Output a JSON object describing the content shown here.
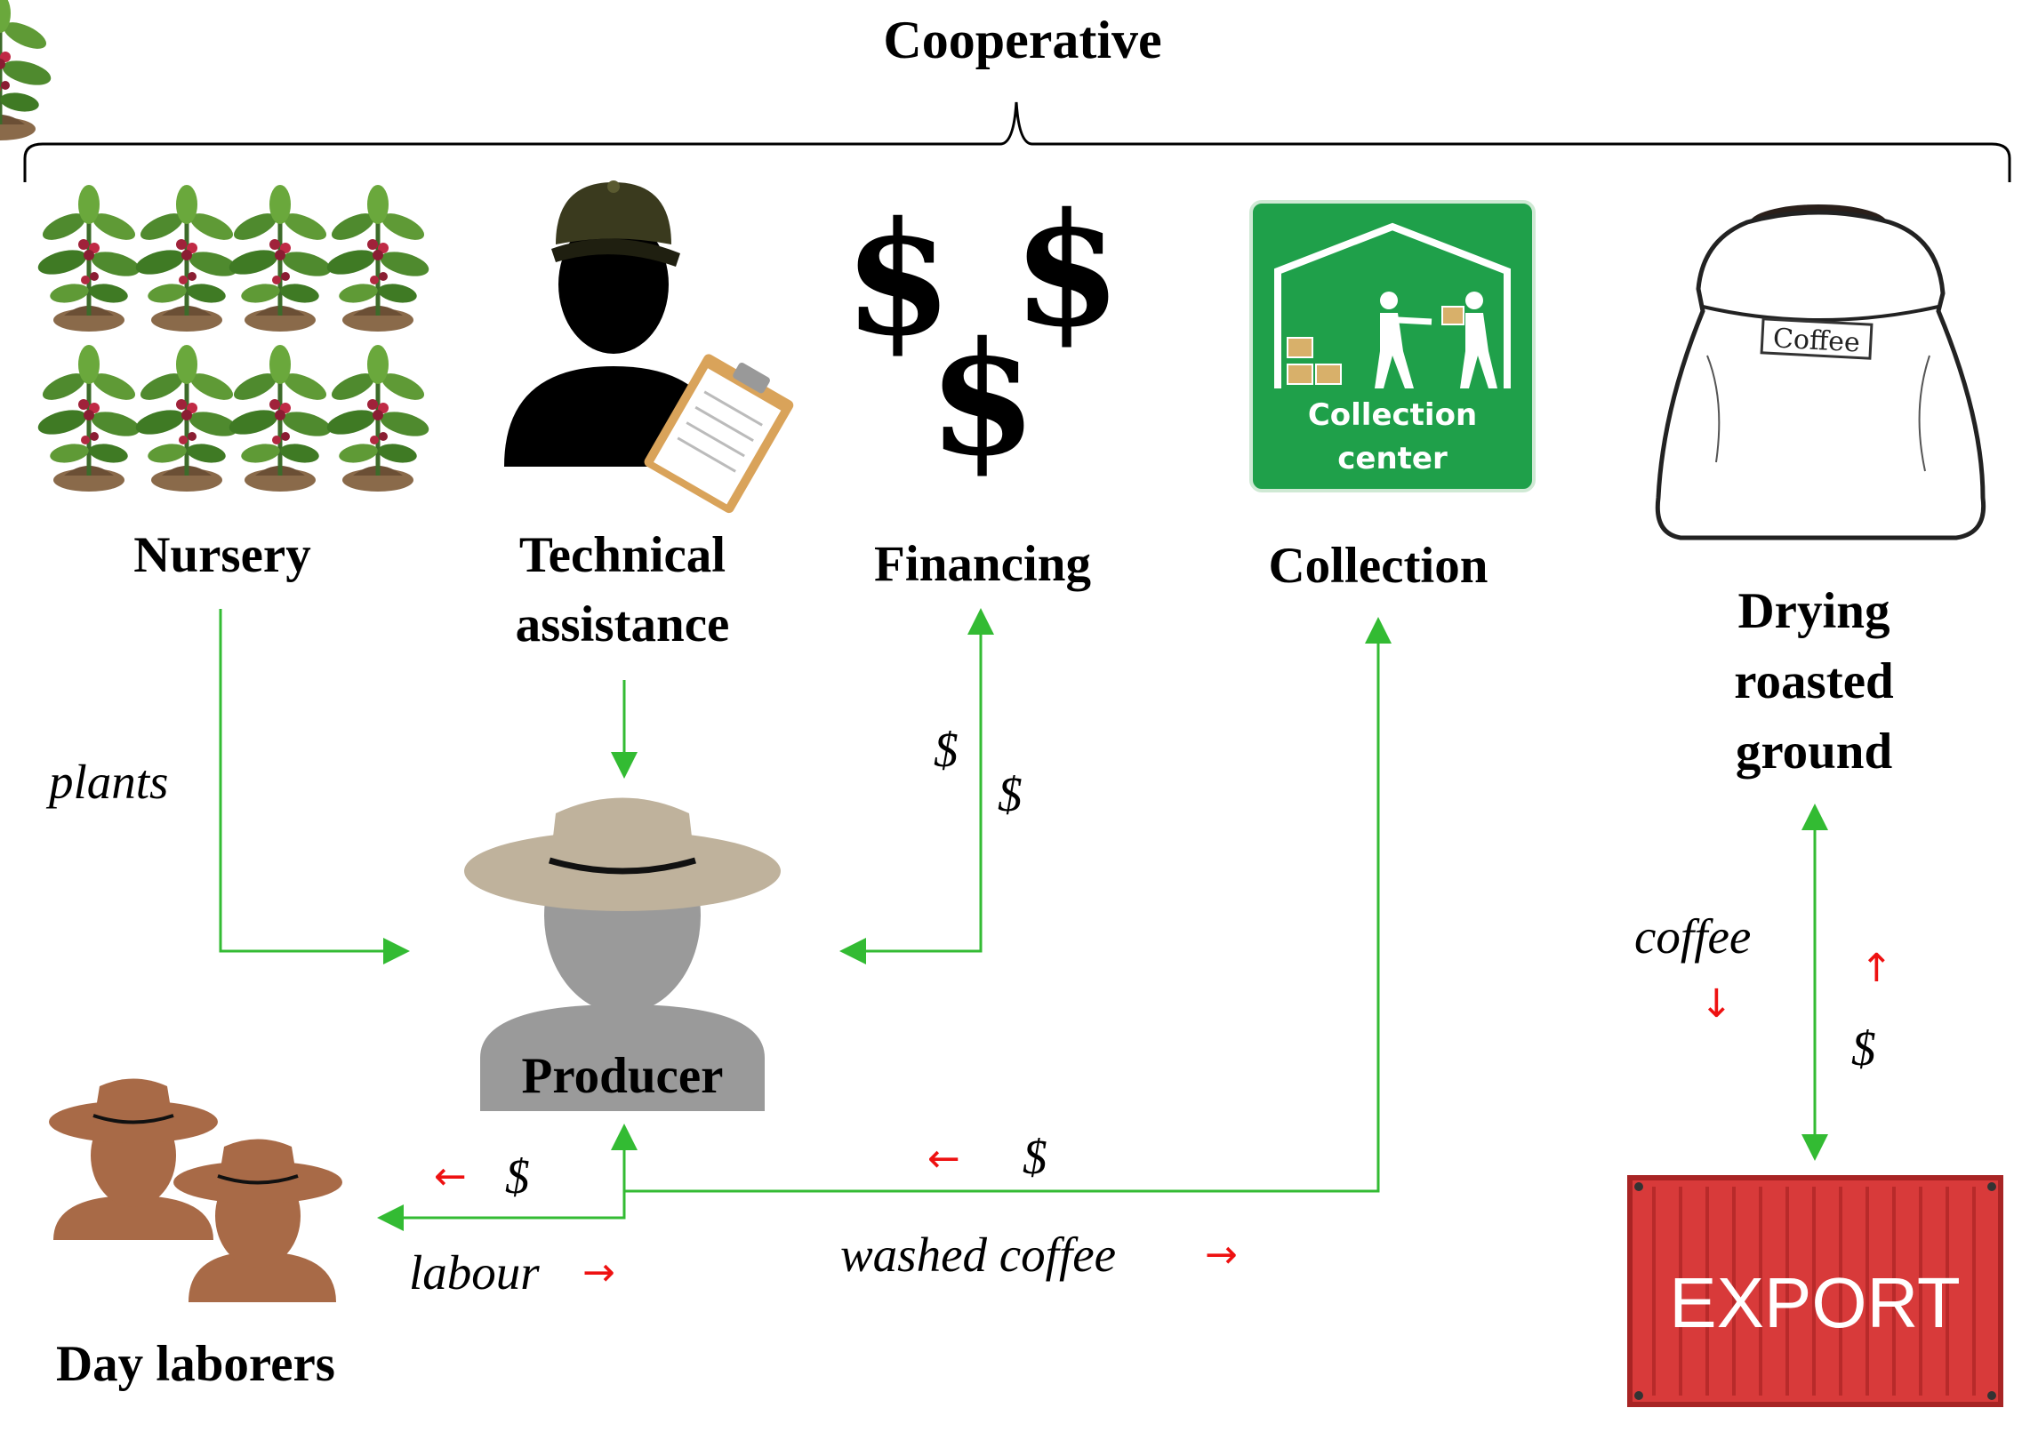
{
  "title": "Cooperative",
  "nodes": {
    "nursery": "Nursery",
    "technical": [
      "Technical",
      "assistance"
    ],
    "financing": "Financing",
    "collection": "Collection",
    "drying": [
      "Drying",
      "roasted",
      "ground"
    ],
    "producer": "Producer",
    "day_laborers": "Day laborers"
  },
  "icon_text": {
    "collection_center": [
      "Collection",
      "center"
    ],
    "coffee_bag": "Coffee",
    "export": "EXPORT"
  },
  "flows": {
    "plants": "plants",
    "fin_dollar_1": "$",
    "fin_dollar_2": "$",
    "coffee": "coffee",
    "export_dollar": "$",
    "collection_dollar": "$",
    "laborers_dollar": "$",
    "labour": "labour",
    "washed_coffee": "washed coffee"
  },
  "colors": {
    "flow_line": "#33bb33",
    "red_arrow": "#ee1111",
    "collection_green": "#1fa04a",
    "export_red": "#d83a3a",
    "producer_hat": "#bfb29c",
    "producer_body": "#9a9a9a",
    "laborer_brown": "#a86a47"
  }
}
